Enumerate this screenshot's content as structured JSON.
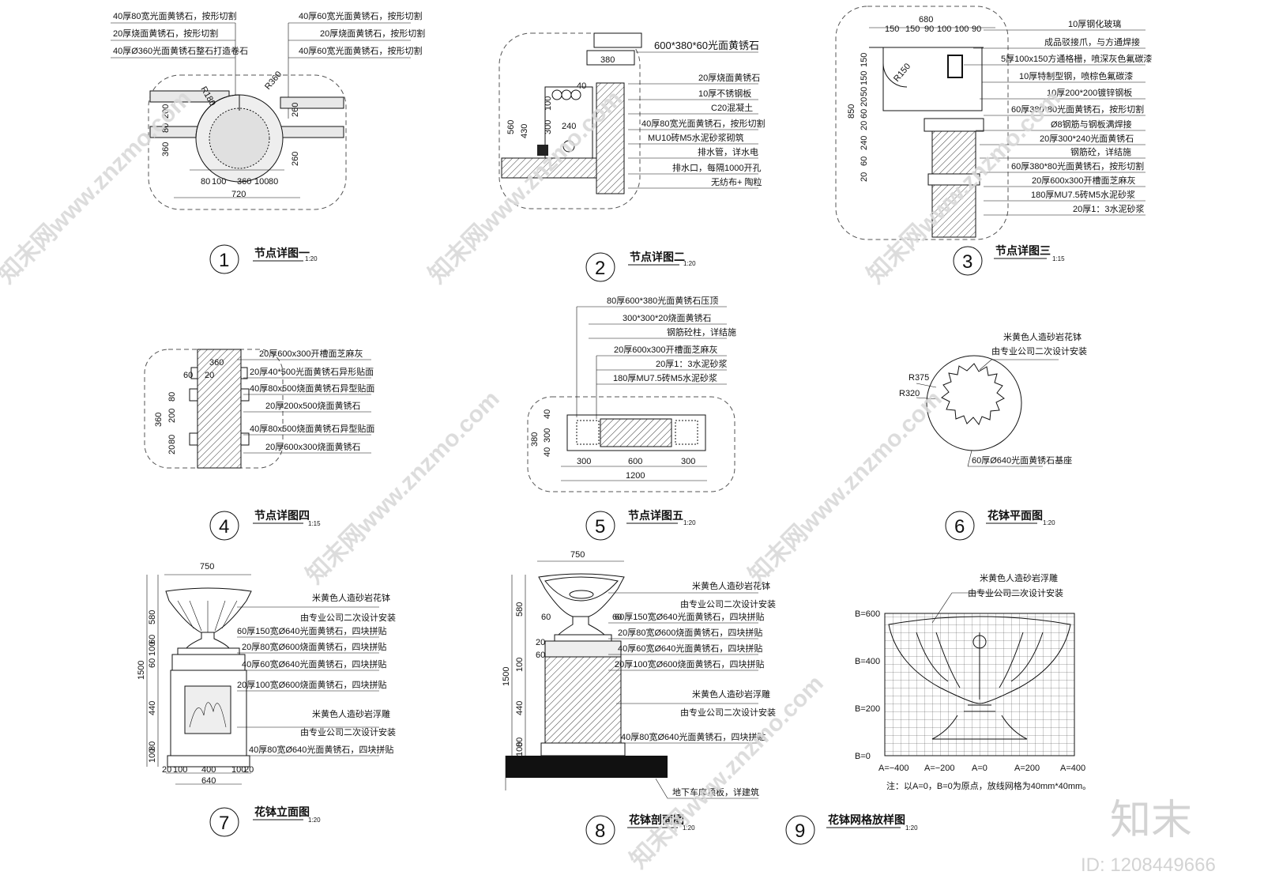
{
  "details": [
    {
      "id": "d1",
      "num": "1",
      "title": "节点详图一",
      "scale": "1:20",
      "notes": [
        "40厚80宽光面黄锈石，按形切割",
        "20厚烧面黄锈石，按形切割",
        "40厚Ø360光面黄锈石整石打造卷石"
      ],
      "notes_right": [
        "40厚60宽光面黄锈石，按形切割",
        "20厚烧面黄锈石，按形切割",
        "40厚60宽光面黄锈石，按形切割"
      ],
      "dims": [
        "80",
        "100",
        "360",
        "100",
        "80",
        "720",
        "360",
        "200",
        "80",
        "260",
        "260",
        "R180",
        "R360"
      ]
    },
    {
      "id": "d2",
      "num": "2",
      "title": "节点详图二",
      "scale": "1:20",
      "notes": [
        "600*380*60光面黄锈石",
        "20厚烧面黄锈石",
        "10厚不锈钢板",
        "C20混凝土",
        "40厚80宽光面黄锈石，按形切割",
        "MU10砖M5水泥砂浆砌筑",
        "排水管，详水电",
        "排水口，每隔1000开孔",
        "无纺布+ 陶粒"
      ],
      "dims": [
        "380",
        "40",
        "100",
        "300",
        "240",
        "560",
        "430"
      ]
    },
    {
      "id": "d3",
      "num": "3",
      "title": "节点详图三",
      "scale": "1:15",
      "notes": [
        "10厚钢化玻璃",
        "成品驳接爪，与方通焊接",
        "5厚100x150方通格栅，喷深灰色氟碳漆",
        "10厚特制型钢，喷棕色氟碳漆",
        "10厚200*200镀锌钢板",
        "60厚380*80光面黄锈石，按形切割",
        "Ø8钢筋与钢板满焊接",
        "20厚300*240光面黄锈石",
        "钢筋砼，详结施",
        "60厚380*80光面黄锈石，按形切割",
        "20厚600x300开槽面芝麻灰",
        "180厚MU7.5砖M5水泥砂浆",
        "20厚1：3水泥砂浆"
      ],
      "dims": [
        "680",
        "150",
        "150",
        "90",
        "100",
        "100",
        "90",
        "150",
        "850",
        "R150",
        "20",
        "60",
        "240",
        "20",
        "60",
        "20",
        "50",
        "150"
      ]
    },
    {
      "id": "d4",
      "num": "4",
      "title": "节点详图四",
      "scale": "1:15",
      "notes": [
        "20厚600x300开槽面芝麻灰",
        "20厚40*500光面黄锈石异形贴面",
        "40厚80x500烧面黄锈石异型贴面",
        "20厚200x500烧面黄锈石",
        "40厚80x500烧面黄锈石异型贴面",
        "20厚600x300烧面黄锈石"
      ],
      "dims": [
        "360",
        "80",
        "200",
        "80",
        "20",
        "60",
        "20",
        "360"
      ]
    },
    {
      "id": "d5",
      "num": "5",
      "title": "节点详图五",
      "scale": "1:20",
      "notes": [
        "80厚600*380光面黄锈石压顶",
        "300*300*20烧面黄锈石",
        "钢筋砼柱，详结施",
        "20厚600x300开槽面芝麻灰",
        "20厚1：3水泥砂浆",
        "180厚MU7.5砖M5水泥砂浆"
      ],
      "dims": [
        "380",
        "40",
        "300",
        "40",
        "300",
        "600",
        "300",
        "1200"
      ]
    },
    {
      "id": "d6",
      "num": "6",
      "title": "花钵平面图",
      "scale": "1:20",
      "notes": [
        "米黄色人造砂岩花钵",
        "由专业公司二次设计安装",
        "60厚Ø640光面黄锈石基座"
      ],
      "dims": [
        "R375",
        "R320"
      ]
    },
    {
      "id": "d7",
      "num": "7",
      "title": "花钵立面图",
      "scale": "1:20",
      "notes": [
        "米黄色人造砂岩花钵",
        "由专业公司二次设计安装",
        "60厚150宽Ø640光面黄锈石，四块拼贴",
        "20厚80宽Ø600烧面黄锈石，四块拼贴",
        "40厚60宽Ø640光面黄锈石，四块拼贴",
        "20厚100宽Ø600烧面黄锈石，四块拼贴",
        "米黄色人造砂岩浮雕",
        "由专业公司二次设计安装",
        "40厚80宽Ø640光面黄锈石，四块拼贴"
      ],
      "dims": [
        "750",
        "580",
        "1500",
        "60",
        "100",
        "60",
        "440",
        "80",
        "100",
        "20",
        "100",
        "400",
        "100",
        "20",
        "640"
      ]
    },
    {
      "id": "d8",
      "num": "8",
      "title": "花钵剖面图",
      "scale": "1:20",
      "notes": [
        "米黄色人造砂岩花钵",
        "由专业公司二次设计安装",
        "60厚150宽Ø640光面黄锈石，四块拼贴",
        "20厚80宽Ø600烧面黄锈石，四块拼贴",
        "40厚60宽Ø640光面黄锈石，四块拼贴",
        "20厚100宽Ø600烧面黄锈石，四块拼贴",
        "米黄色人造砂岩浮雕",
        "由专业公司二次设计安装",
        "40厚80宽Ø640光面黄锈石，四块拼贴",
        "地下车库顶板，详建筑"
      ],
      "dims": [
        "750",
        "60",
        "60",
        "580",
        "1500",
        "20",
        "60",
        "100",
        "440",
        "80",
        "100"
      ]
    },
    {
      "id": "d9",
      "num": "9",
      "title": "花钵网格放样图",
      "scale": "1:20",
      "notes": [
        "米黄色人造砂岩浮雕",
        "由专业公司二次设计安装"
      ],
      "b_labels": [
        "B=600",
        "B=400",
        "B=200",
        "B=0"
      ],
      "a_labels": [
        "A=−400",
        "A=−200",
        "A=0",
        "A=200",
        "A=400"
      ],
      "footnote": "注：以A=0，B=0为原点，放线网格为40mm*40mm。"
    }
  ],
  "watermark": {
    "text": "知末网www.znzmo.com",
    "logo": "知末",
    "id": "ID: 1208449666"
  }
}
